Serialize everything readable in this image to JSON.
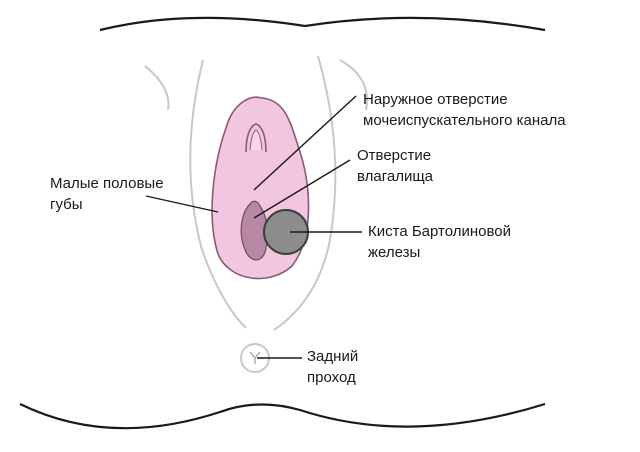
{
  "labels": {
    "urethral_opening": [
      "Наружное отверстие",
      "мочеиспускательного канала"
    ],
    "vaginal_opening": [
      "Отверстие",
      "влагалища"
    ],
    "labia_minora": [
      "Малые половые",
      "губы"
    ],
    "bartholin_cyst": [
      "Киста Бартолиновой",
      "железы"
    ],
    "anus": [
      "Задний",
      "проход"
    ]
  },
  "colors": {
    "outline": "#1a1a1a",
    "body_contour": "#c8c8c8",
    "labia_fill": "#f3c6e0",
    "labia_stroke": "#8a5a74",
    "vestibule_fill": "#b887a4",
    "cyst_fill": "#8c8c8c",
    "cyst_stroke": "#3d3d3d"
  }
}
